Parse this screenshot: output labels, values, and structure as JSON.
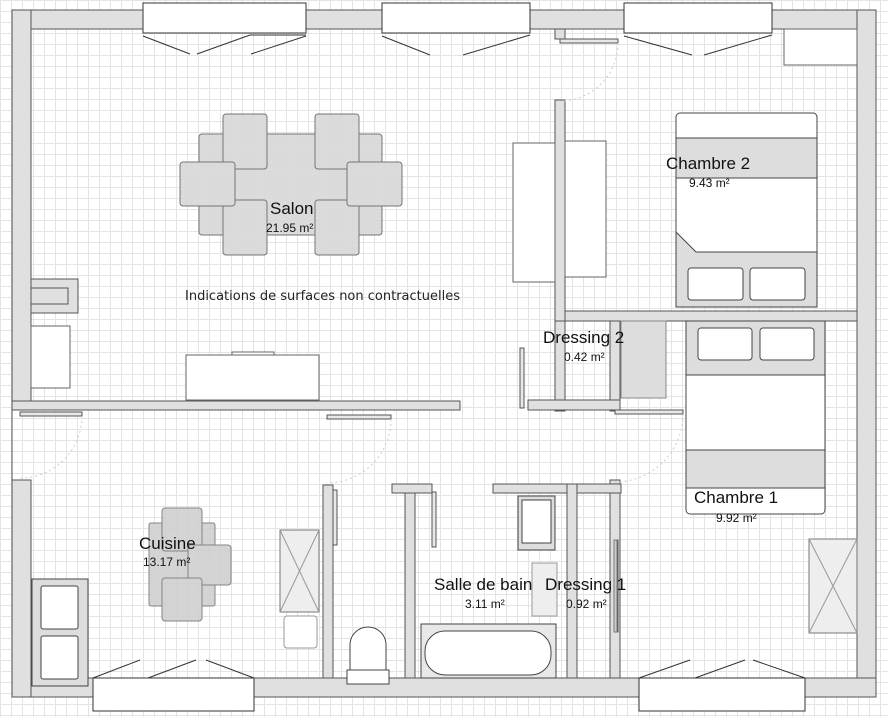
{
  "plan": {
    "note": "Indications de surfaces non contractuelles",
    "colors": {
      "wall": "#e0e0e0",
      "wall_stroke": "#555555",
      "furniture": "#d8d8d8",
      "grid": "#e4e4e4"
    },
    "rooms": [
      {
        "id": "salon",
        "name": "Salon",
        "area": "21.95 m²"
      },
      {
        "id": "chambre2",
        "name": "Chambre 2",
        "area": "9.43 m²"
      },
      {
        "id": "dressing2",
        "name": "Dressing 2",
        "area": "0.42 m²"
      },
      {
        "id": "chambre1",
        "name": "Chambre 1",
        "area": "9.92 m²"
      },
      {
        "id": "cuisine",
        "name": "Cuisine",
        "area": "13.17 m²"
      },
      {
        "id": "sdb",
        "name": "Salle de bain",
        "area": "3.11 m²"
      },
      {
        "id": "dressing1",
        "name": "Dressing 1",
        "area": "0.92 m²"
      }
    ]
  }
}
